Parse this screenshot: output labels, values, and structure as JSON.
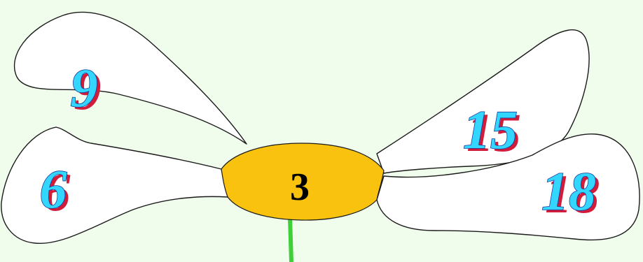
{
  "flower": {
    "center_number": "3",
    "petals": [
      {
        "id": "top-left",
        "number": "9"
      },
      {
        "id": "bottom-left",
        "number": "6"
      },
      {
        "id": "top-right",
        "number": "15"
      },
      {
        "id": "bottom-right",
        "number": "18"
      }
    ]
  },
  "colors": {
    "background": "#f0fdec",
    "petal_fill": "#ffffff",
    "center_fill": "#f8c20e",
    "stem": "#3ecf3a",
    "number_fill": "#33d6ff",
    "number_outline": "#1b3a9c",
    "number_shadow": "#d11d3a"
  }
}
